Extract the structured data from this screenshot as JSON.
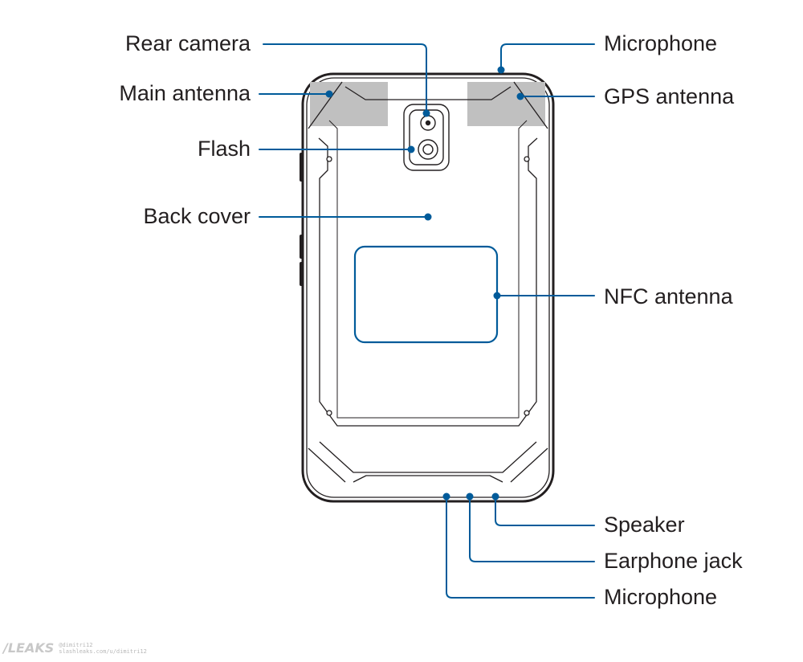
{
  "labels_left": {
    "rear_camera": "Rear camera",
    "main_antenna": "Main antenna",
    "flash": "Flash",
    "back_cover": "Back cover"
  },
  "labels_right": {
    "microphone_top": "Microphone",
    "gps_antenna": "GPS antenna",
    "nfc_antenna": "NFC antenna",
    "speaker": "Speaker",
    "earphone_jack": "Earphone jack",
    "microphone_bottom": "Microphone"
  },
  "colors": {
    "leader": "#005b9a",
    "outline": "#231f20",
    "antenna_zone": "#c0c0c0"
  },
  "watermark": {
    "logo": "/LEAKS",
    "line1": "@dimitri12",
    "line2": "slashleaks.com/u/dimitri12"
  }
}
